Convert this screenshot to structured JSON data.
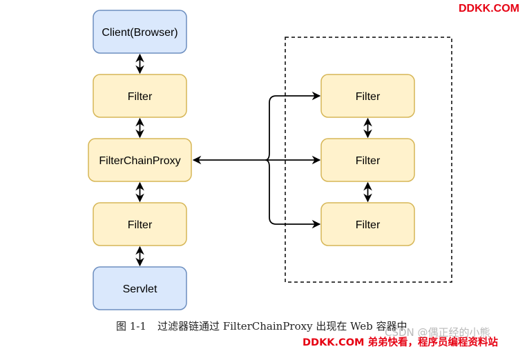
{
  "diagram": {
    "left_column": {
      "client": "Client(Browser)",
      "filter_top": "Filter",
      "proxy": "FilterChainProxy",
      "filter_bottom": "Filter",
      "servlet": "Servlet"
    },
    "chain": {
      "filter_1": "Filter",
      "filter_2": "Filter",
      "filter_3": "Filter"
    }
  },
  "caption": {
    "figure_number": "图 1-1",
    "text": "过滤器链通过 FilterChainProxy 出现在 Web 容器中"
  },
  "watermarks": {
    "top": "DDKK.COM",
    "csdn": "CSDN @偶正经的小熊",
    "bottom": "DDKK.COM 弟弟快看，程序员编程资料站"
  },
  "colors": {
    "client_fill": "#dae8fc",
    "client_stroke": "#6c8ebf",
    "filter_fill": "#fff2cc",
    "filter_stroke": "#d6b656",
    "arrow": "#000000",
    "watermark": "#e60012"
  }
}
